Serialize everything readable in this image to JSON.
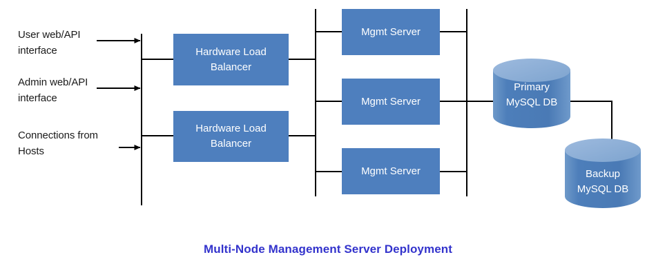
{
  "diagram": {
    "title": "Multi-Node Management Server Deployment",
    "title_color": "#3333cc",
    "node_fill": "#4e7fbe",
    "node_top_fill": "#8caed6",
    "line_color": "#000000",
    "background": "#ffffff"
  },
  "inputs": [
    {
      "label": "User web/API\ninterface"
    },
    {
      "label": "Admin web/API\ninterface"
    },
    {
      "label": "Connections from\nHosts"
    }
  ],
  "load_balancers": [
    {
      "label": "Hardware Load\nBalancer"
    },
    {
      "label": "Hardware Load\nBalancer"
    }
  ],
  "mgmt_servers": [
    {
      "label": "Mgmt Server"
    },
    {
      "label": "Mgmt Server"
    },
    {
      "label": "Mgmt Server"
    }
  ],
  "databases": [
    {
      "label": "Primary\nMySQL DB",
      "role": "primary"
    },
    {
      "label": "Backup\nMySQL DB",
      "role": "backup"
    }
  ]
}
